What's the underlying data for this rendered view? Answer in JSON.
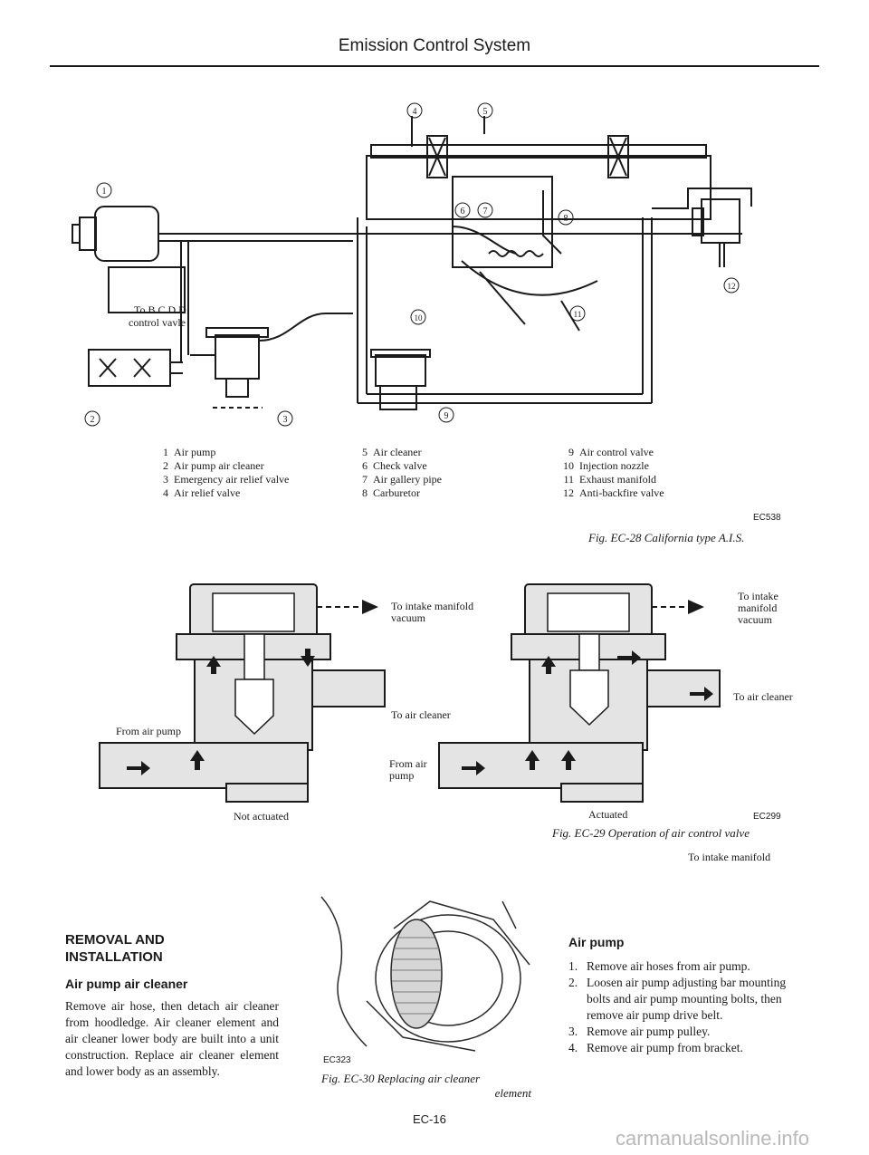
{
  "header": {
    "title": "Emission Control System"
  },
  "figure28": {
    "callouts": [
      "1",
      "2",
      "3",
      "4",
      "5",
      "6",
      "7",
      "8",
      "9",
      "10",
      "11",
      "12"
    ],
    "diagram_text": {
      "bcdd_line1": "To B.C.D.D.",
      "bcdd_line2": "control vavle"
    },
    "legend_col1": [
      {
        "num": "1",
        "text": "Air pump"
      },
      {
        "num": "2",
        "text": "Air pump air cleaner"
      },
      {
        "num": "3",
        "text": "Emergency air relief valve"
      },
      {
        "num": "4",
        "text": "Air relief valve"
      }
    ],
    "legend_col2": [
      {
        "num": "5",
        "text": "Air cleaner"
      },
      {
        "num": "6",
        "text": "Check valve"
      },
      {
        "num": "7",
        "text": "Air gallery pipe"
      },
      {
        "num": "8",
        "text": "Carburetor"
      }
    ],
    "legend_col3": [
      {
        "num": "9",
        "text": "Air control valve"
      },
      {
        "num": "10",
        "text": "Injection nozzle"
      },
      {
        "num": "11",
        "text": "Exhaust manifold"
      },
      {
        "num": "12",
        "text": "Anti-backfire valve"
      }
    ],
    "code": "EC538",
    "caption": "Fig. EC-28 California type A.I.S."
  },
  "figure29": {
    "left": {
      "to_intake": "To intake manifold",
      "to_intake_2": "vacuum",
      "to_cleaner": "To air cleaner",
      "from_pump": "From air pump",
      "state": "Not actuated"
    },
    "right": {
      "to_intake_1": "To intake",
      "to_intake_2": "manifold",
      "to_intake_3": "vacuum",
      "to_cleaner": "To air cleaner",
      "from_pump_1": "From air",
      "from_pump_2": "pump",
      "state": "Actuated"
    },
    "code": "EC299",
    "caption": "Fig. EC-29 Operation of air control valve",
    "note": "To intake manifold"
  },
  "removal": {
    "title_line1": "REMOVAL AND",
    "title_line2": "INSTALLATION",
    "subtitle": "Air pump air cleaner",
    "paragraph": "Remove air hose, then detach air cleaner from hoodledge. Air cleaner element and air cleaner lower body are built into a unit construction. Replace air cleaner element and lower body as an assembly."
  },
  "figure30": {
    "code": "EC323",
    "caption_line1": "Fig. EC-30 Replacing air cleaner",
    "caption_line2": "element"
  },
  "air_pump": {
    "title": "Air pump",
    "steps": [
      {
        "n": "1.",
        "text": "Remove air hoses from air pump."
      },
      {
        "n": "2.",
        "text": "Loosen air pump adjusting bar mounting bolts and air pump mounting bolts, then remove air pump drive belt."
      },
      {
        "n": "3.",
        "text": "Remove air pump pulley."
      },
      {
        "n": "4.",
        "text": "Remove air pump from bracket."
      }
    ]
  },
  "footer": {
    "page": "EC-16",
    "watermark": "carmanualsonline.info"
  }
}
